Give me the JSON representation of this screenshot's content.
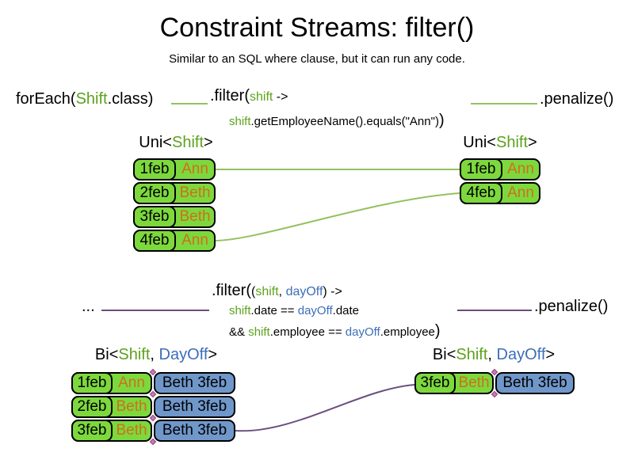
{
  "title": "Constraint Streams: filter()",
  "subtitle": "Similar to an SQL where clause, but it can run any code.",
  "colors": {
    "green_text": "#5da21d",
    "blue_text": "#3d6eb8",
    "orange_text": "#cc7119",
    "green_fill": "#7dd83d",
    "blue_fill": "#7097ca",
    "green_line": "#94c161",
    "purple_line": "#6b4e7e"
  },
  "uni_section": {
    "source_code": {
      "fn": "forEach(",
      "arg_class": "Shift",
      "arg_rest": ".class)"
    },
    "filter_code": {
      "fn": ".filter(",
      "param": "shift",
      "arrow": " ->",
      "body_param": "shift",
      "body_rest": ".getEmployeeName().equals(\"Ann\")",
      "close": ")"
    },
    "penalize_code": ".penalize()",
    "left_stream": {
      "label": {
        "pre": "Uni<",
        "type1": "Shift",
        "post": ">"
      },
      "rows": [
        {
          "date": "1feb",
          "employee": "Ann"
        },
        {
          "date": "2feb",
          "employee": "Beth"
        },
        {
          "date": "3feb",
          "employee": "Beth"
        },
        {
          "date": "4feb",
          "employee": "Ann"
        }
      ]
    },
    "right_stream": {
      "label": {
        "pre": "Uni<",
        "type1": "Shift",
        "post": ">"
      },
      "rows": [
        {
          "date": "1feb",
          "employee": "Ann"
        },
        {
          "date": "4feb",
          "employee": "Ann"
        }
      ]
    }
  },
  "bi_section": {
    "source_code": "...",
    "filter_code": {
      "fn": ".filter(",
      "open_paren": "(",
      "param1": "shift",
      "comma": ", ",
      "param2": "dayOff",
      "close_paren": ")",
      "arrow": " ->",
      "line2": {
        "p1": "shift",
        "mid": ".date == ",
        "p2": "dayOff",
        "end": ".date"
      },
      "line3": {
        "pre": "&& ",
        "p1": "shift",
        "mid": ".employee == ",
        "p2": "dayOff",
        "end": ".employee",
        "close": ")"
      }
    },
    "penalize_code": ".penalize()",
    "left_stream": {
      "label": {
        "pre": "Bi<",
        "type1": "Shift",
        "sep": ", ",
        "type2": "DayOff",
        "post": ">"
      },
      "rows": [
        {
          "date": "1feb",
          "employee": "Ann",
          "dayoff": "Beth 3feb"
        },
        {
          "date": "2feb",
          "employee": "Beth",
          "dayoff": "Beth 3feb"
        },
        {
          "date": "3feb",
          "employee": "Beth",
          "dayoff": "Beth 3feb"
        }
      ]
    },
    "right_stream": {
      "label": {
        "pre": "Bi<",
        "type1": "Shift",
        "sep": ", ",
        "type2": "DayOff",
        "post": ">"
      },
      "rows": [
        {
          "date": "3feb",
          "employee": "Beth",
          "dayoff": "Beth 3feb"
        }
      ]
    }
  }
}
